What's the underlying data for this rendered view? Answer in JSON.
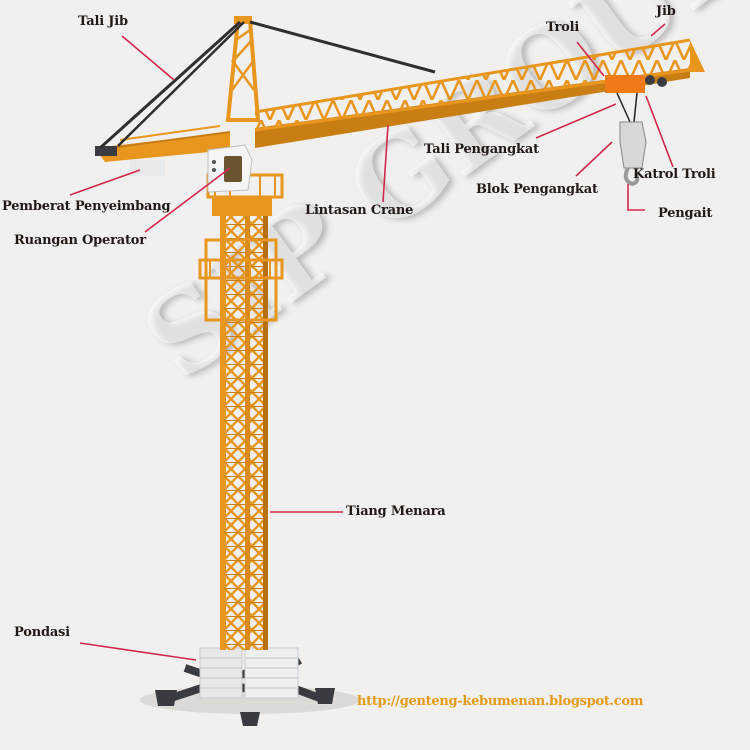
{
  "diagram": {
    "subject": "Tower crane",
    "watermark": "SIP GROUP",
    "source_url": "http://genteng-kebumenan.blogspot.com",
    "colors": {
      "background": "#f1f0ee",
      "crane_body": "#e8961e",
      "crane_shadow": "#b8700f",
      "leader_line": "#d0284c",
      "label_text": "#231a16",
      "url_text": "#e69a1a",
      "ballast": "#e7e8ea",
      "base_frame": "#3a3b40"
    },
    "labels": [
      {
        "id": "tali-jib",
        "text": "Tali Jib"
      },
      {
        "id": "troli",
        "text": "Troli"
      },
      {
        "id": "jib",
        "text": "Jib"
      },
      {
        "id": "tali-pengangkat",
        "text": "Tali Pengangkat"
      },
      {
        "id": "katrol-troli",
        "text": "Katrol Troli"
      },
      {
        "id": "blok-pengangkat",
        "text": "Blok Pengangkat"
      },
      {
        "id": "pengait",
        "text": "Pengait"
      },
      {
        "id": "pemberat-penyeimbang",
        "text": "Pemberat Penyeimbang"
      },
      {
        "id": "ruangan-operator",
        "text": "Ruangan Operator"
      },
      {
        "id": "lintasan-crane",
        "text": "Lintasan Crane"
      },
      {
        "id": "tiang-menara",
        "text": "Tiang Menara"
      },
      {
        "id": "pondasi",
        "text": "Pondasi"
      }
    ]
  }
}
